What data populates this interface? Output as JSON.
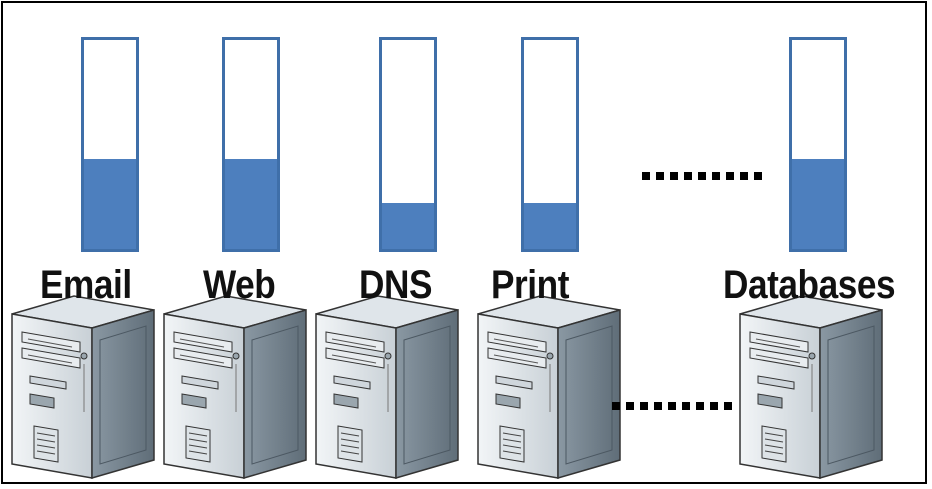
{
  "servers": [
    {
      "label": "Email",
      "load": 0.43
    },
    {
      "label": "Web",
      "load": 0.43
    },
    {
      "label": "DNS",
      "load": 0.22
    },
    {
      "label": "Print",
      "load": 0.22
    },
    {
      "label": "Databases",
      "load": 0.43
    }
  ],
  "colors": {
    "gauge_fill": "#4d7fbe",
    "gauge_border": "#3f6fa9",
    "server_body": "#c9d2d9",
    "server_dark": "#6f7e89"
  },
  "icons": [
    "server-tower-icon",
    "ellipsis-dots-icon"
  ]
}
